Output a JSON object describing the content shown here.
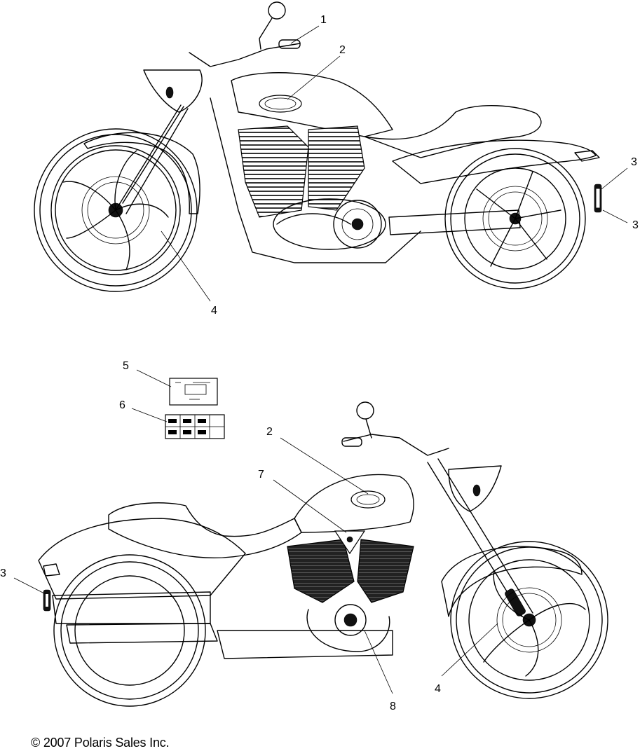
{
  "diagram": {
    "callouts": {
      "c1": "1",
      "c2a": "2",
      "c3a": "3",
      "c3b": "3",
      "c4a": "4",
      "c5": "5",
      "c6": "6",
      "c2b": "2",
      "c7": "7",
      "c3c": "3",
      "c4b": "4",
      "c8": "8"
    }
  },
  "footer": {
    "copyright": "© 2007 Polaris Sales Inc."
  }
}
